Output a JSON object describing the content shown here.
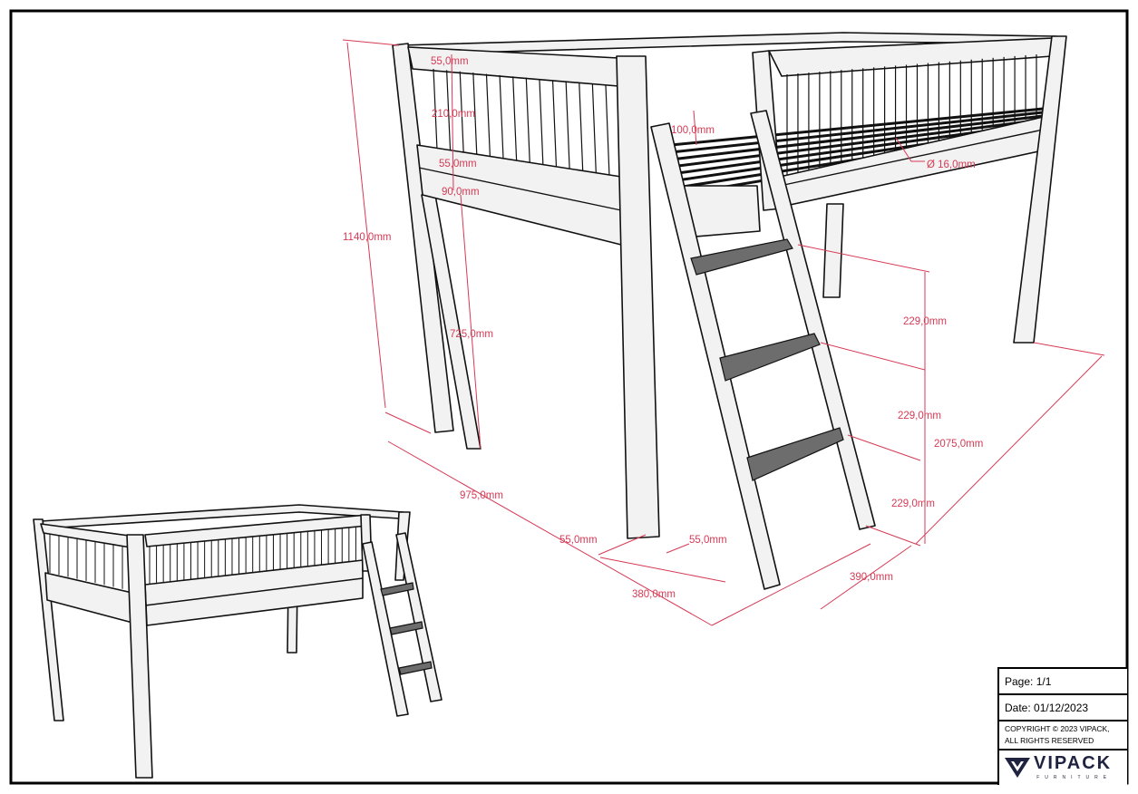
{
  "dimensions": {
    "top_rail": "55,0mm",
    "rail_gap": "210,0mm",
    "lower_rail": "55,0mm",
    "side_board": "90,0mm",
    "ladder_hook": "100,0mm",
    "baluster_diameter": "Ø 16,0mm",
    "total_height": "1140,0mm",
    "under_height": "725,0mm",
    "step_1": "229,0mm",
    "step_2": "229,0mm",
    "step_3": "229,0mm",
    "length": "2075,0mm",
    "width": "975,0mm",
    "post_left": "55,0mm",
    "post_right": "55,0mm",
    "ladder_offset": "380,0mm",
    "ladder_depth": "390,0mm"
  },
  "title_block": {
    "page": "Page: 1/1",
    "date": "Date: 01/12/2023",
    "copyright_line1": "COPYRIGHT  © 2023 VIPACK,",
    "copyright_line2": "ALL RIGHTS RESERVED",
    "logo_text": "VIPACK",
    "logo_sub": "FURNITURE"
  },
  "colors": {
    "dimension": "#d63a55",
    "step": "#6d6d6d",
    "logo": "#1f2340"
  }
}
